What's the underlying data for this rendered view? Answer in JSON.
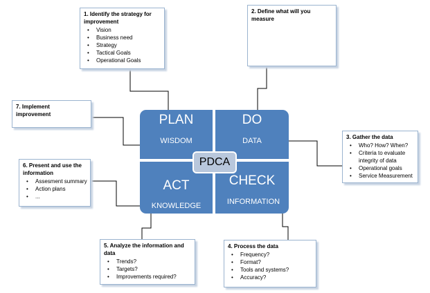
{
  "pdca": {
    "center": "PDCA",
    "plan": {
      "title": "PLAN",
      "subtitle": "WISDOM"
    },
    "do": {
      "title": "DO",
      "subtitle": "DATA"
    },
    "act": {
      "title": "ACT",
      "subtitle": "KNOWLEDGE"
    },
    "check": {
      "title": "CHECK",
      "subtitle": "INFORMATION"
    }
  },
  "boxes": {
    "box1": {
      "title": "1. Identify the strategy for improvement",
      "items": [
        "Vision",
        "Business need",
        "Strategy",
        "Tactical Goals",
        "Operational Goals"
      ]
    },
    "box2": {
      "title": "2. Define what will you measure"
    },
    "box3": {
      "title": "3. Gather the data",
      "items": [
        "Who? How? When?",
        "Criteria to evaluate integrity of data",
        "Operational goals",
        "Service Measurement"
      ]
    },
    "box4": {
      "title": "4. Process the data",
      "items": [
        "Frequency?",
        "Format?",
        "Tools and systems?",
        "Accuracy?"
      ]
    },
    "box5": {
      "title": "5. Analyze the information and data",
      "items": [
        "Trends?",
        "Targets?",
        "Improvements required?"
      ]
    },
    "box6": {
      "title": "6. Present and use the information",
      "items": [
        "Assesment summary",
        "Action plans",
        "..."
      ]
    },
    "box7": {
      "title": "7. Implement improvement"
    }
  },
  "colors": {
    "quadrant": "#4f81bd",
    "center": "#b8c7dc",
    "box_border": "#9ab3cf",
    "line": "#000000"
  }
}
